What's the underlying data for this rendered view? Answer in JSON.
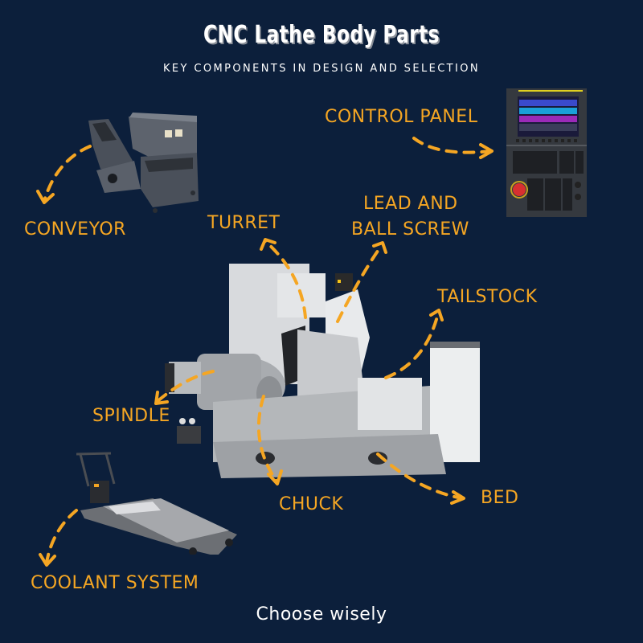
{
  "header": {
    "title": "CNC Lathe Body Parts",
    "subtitle": "KEY COMPONENTS IN DESIGN AND SELECTION"
  },
  "labels": {
    "control_panel": "CONTROL PANEL",
    "conveyor": "CONVEYOR",
    "turret": "TURRET",
    "lead_ball_screw_line1": "LEAD AND",
    "lead_ball_screw_line2": "BALL SCREW",
    "tailstock": "TAILSTOCK",
    "spindle": "SPINDLE",
    "chuck": "CHUCK",
    "bed": "BED",
    "coolant_system": "COOLANT SYSTEM"
  },
  "footer": {
    "tagline": "Choose wisely"
  },
  "colors": {
    "background": "#0c1f3b",
    "accent": "#f5a623",
    "text": "#ffffff"
  },
  "images": {
    "conveyor": "chip-conveyor-illustration",
    "control_panel": "cnc-control-panel-illustration",
    "lathe": "cnc-lathe-machine-illustration",
    "coolant": "coolant-tank-illustration"
  }
}
